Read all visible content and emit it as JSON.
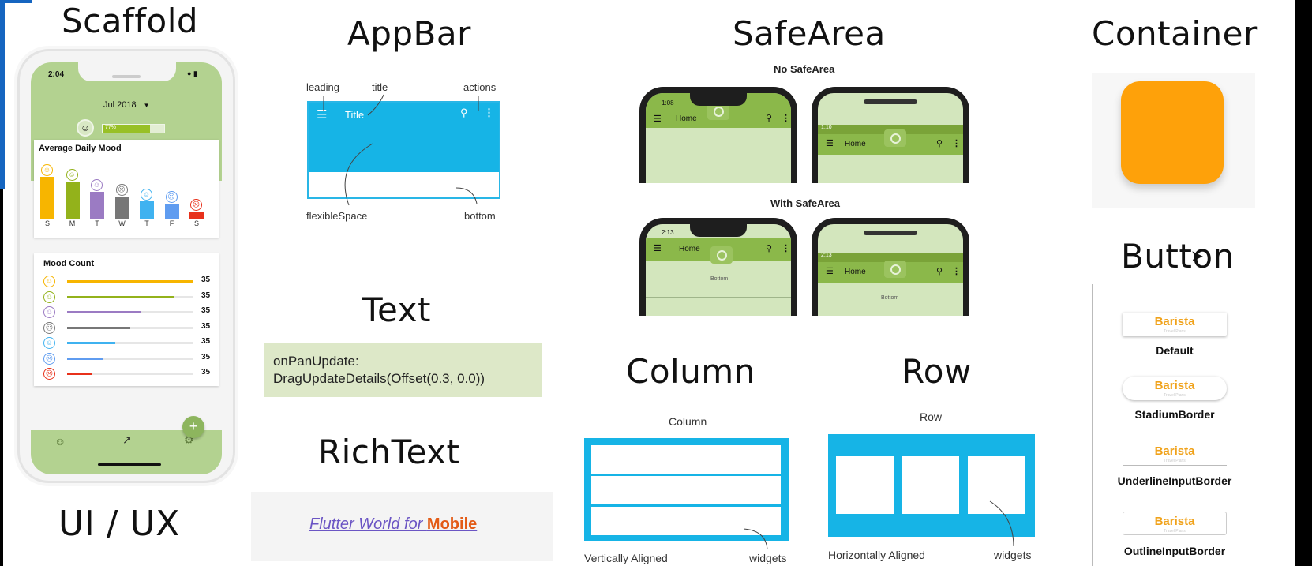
{
  "headings": {
    "scaffold": "Scaffold",
    "appbar": "AppBar",
    "safearea": "SafeArea",
    "container": "Container",
    "text": "Text",
    "richtext": "RichText",
    "column": "Column",
    "row": "Row",
    "button": "Button",
    "uiux": "UI / UX"
  },
  "scaffold_phone": {
    "time": "2:04",
    "month": "Jul 2018",
    "progress_label": "77%",
    "progress_value": 0.77,
    "avg_title": "Average Daily Mood",
    "days": [
      "S",
      "M",
      "T",
      "W",
      "T",
      "F",
      "S"
    ],
    "bar_levels": [
      0.85,
      0.75,
      0.55,
      0.45,
      0.35,
      0.3,
      0.15
    ],
    "colors": [
      "#f7b500",
      "#93b21b",
      "#9b7bc3",
      "#777777",
      "#3fb2f0",
      "#5f9cf0",
      "#e8311b"
    ],
    "mood_count_title": "Mood Count",
    "mood_values": [
      "35",
      "35",
      "35",
      "35",
      "35",
      "35",
      "35"
    ],
    "mood_levels": [
      1.0,
      0.85,
      0.58,
      0.5,
      0.38,
      0.28,
      0.2
    ],
    "fab_label": "+"
  },
  "appbar": {
    "leading": "leading",
    "title_label": "title",
    "actions": "actions",
    "title_text": "Title",
    "flexible_space": "flexibleSpace",
    "bottom": "bottom"
  },
  "safearea": {
    "no_label": "No SafeArea",
    "with_label": "With SafeArea",
    "ios_time_1": "1:08",
    "ios_time_2": "2:13",
    "android_time_1": "1:10",
    "android_time_2": "2:13",
    "home": "Home",
    "bottom_text": "Bottom"
  },
  "text_section": {
    "line1": "onPanUpdate:",
    "line2": "DragUpdateDetails(Offset(0.3, 0.0))"
  },
  "richtext": {
    "part1": "Flutter World for ",
    "part2": "Mobile"
  },
  "column_section": {
    "caption": "Column",
    "left_note": "Vertically Aligned",
    "right_note": "widgets"
  },
  "row_section": {
    "caption": "Row",
    "left_note": "Horizontally Aligned",
    "right_note": "widgets"
  },
  "buttons": [
    {
      "text": "Barista",
      "sub": "Travel Plans",
      "label": "Default"
    },
    {
      "text": "Barista",
      "sub": "Travel Plans",
      "label": "StadiumBorder"
    },
    {
      "text": "Barista",
      "sub": "Travel Plans",
      "label": "UnderlineInputBorder"
    },
    {
      "text": "Barista",
      "sub": "Travel Plans",
      "label": "OutlineInputBorder"
    }
  ]
}
